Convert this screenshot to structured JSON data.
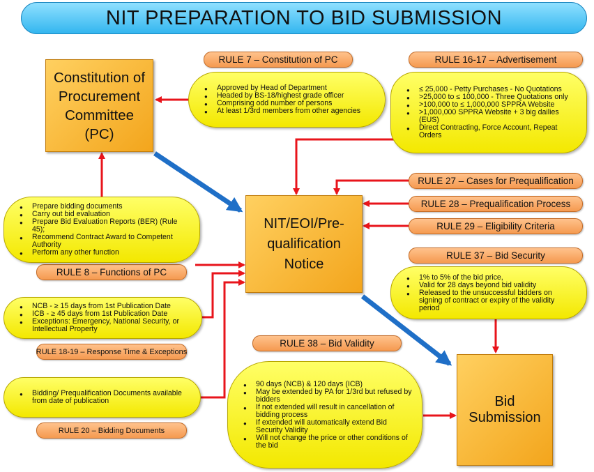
{
  "title": "NIT PREPARATION TO BID SUBMISSION",
  "boxes": {
    "pc": "Constitution of Procurement Committee (PC)",
    "nit": "NIT/EOI/Pre-qualification Notice",
    "bid": "Bid Submission"
  },
  "rules": {
    "r7": "RULE 7 – Constitution of PC",
    "r16": "RULE 16-17 – Advertisement",
    "r27": "RULE 27 – Cases for Prequalification",
    "r28": "RULE 28 – Prequalification Process",
    "r29": "RULE 29 – Eligibility Criteria",
    "r37": "RULE 37 – Bid Security",
    "r8": "RULE 8 – Functions of PC",
    "r18": "RULE 18-19 – Response Time & Exceptions",
    "r38": "RULE 38 – Bid Validity",
    "r20": "RULE 20 – Bidding Documents"
  },
  "bubbles": {
    "r7": [
      "Approved by Head of Department",
      "Headed by BS-18/highest grade officer",
      "Comprising odd number of persons",
      "At  least 1/3rd members from other agencies"
    ],
    "r16": [
      "≤ 25,000 - Petty Purchases - No Quotations",
      ">25,000 to ≤ 100,000 - Three Quotations only",
      ">100,000 to ≤ 1,000,000  SPPRA Website",
      ">1,000,000  SPPRA Website + 3 big dailies (EUS)",
      "Direct Contracting, Force Account, Repeat Orders"
    ],
    "r8": [
      "Prepare bidding documents",
      "Carry out bid evaluation",
      "Prepare Bid Evaluation Reports (BER) (Rule 45);",
      "Recommend Contract Award to Competent Authority",
      "Perform any other function"
    ],
    "r18": [
      "NCB - ≥ 15 days from 1st Publication Date",
      "ICB -  ≥ 45 days from 1st Publication Date",
      "Exceptions: Emergency, National Security, or Intellectual Property"
    ],
    "r20": [
      "Bidding/ Prequalification Documents available from date of publication"
    ],
    "r37": [
      "1% to 5% of the bid price,",
      "Valid for 28 days beyond bid validity",
      "Released to the unsuccessful bidders on signing of contract or expiry of the validity period"
    ],
    "r38": [
      "90 days (NCB) & 120 days (ICB)",
      "May be extended by PA for 1/3rd but refused by bidders",
      "If not extended will result in cancellation of bidding process",
      "If extended will automatically extend Bid Security Validity",
      "Will not change the price or other conditions of the bid"
    ]
  },
  "colors": {
    "red_arrow": "#e8141b",
    "blue_arrow": "#1f6fc7"
  }
}
